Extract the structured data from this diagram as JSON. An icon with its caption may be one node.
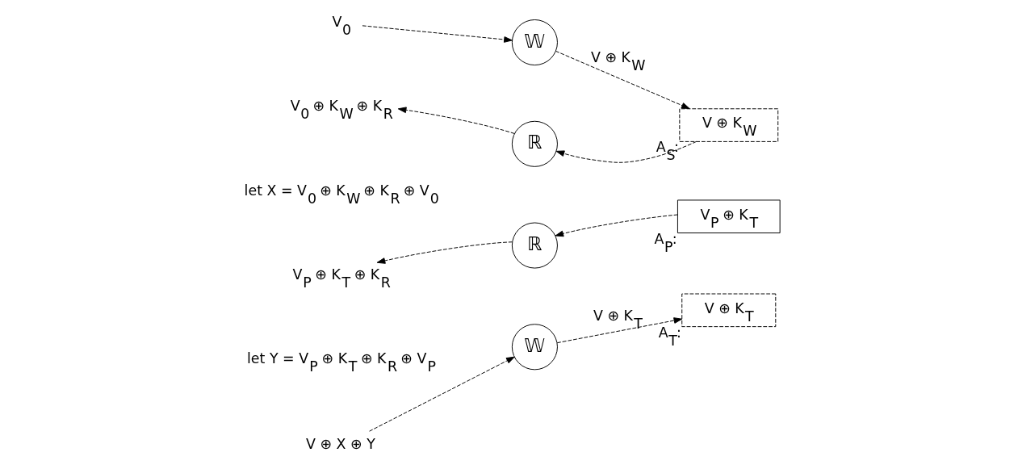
{
  "diagram": {
    "nodes": [
      {
        "text": [
          "V$_{0}$"
        ]
      },
      {
        "text": [
          "𝕎"
        ]
      },
      {
        "text": [
          "V ⊕ K$_{W}$"
        ],
        "beside": [
          "A$_{S}$:"
        ]
      },
      {
        "text": [
          "ℝ"
        ]
      },
      {
        "text": [
          "V$_{0}$ ⊕ K$_{W}$ ⊕ K$_{R}$"
        ]
      },
      {
        "text": [
          "V$_{P}$ ⊕ K$_{T}$"
        ],
        "beside": [
          "A$_{P}$:"
        ]
      },
      {
        "text": [
          "ℝ"
        ]
      },
      {
        "text": [
          "V$_{P}$ ⊕ K$_{T}$ ⊕ K$_{R}$"
        ]
      },
      {
        "text": [
          "V ⊕ X ⊕ Y"
        ]
      },
      {
        "text": [
          "𝕎"
        ]
      },
      {
        "text": [
          "V ⊕ K$_{T}$"
        ],
        "beside": [
          "A$_{T}$:"
        ]
      }
    ],
    "edges": [
      {
        "from": 0,
        "to": 1,
        "arrow": "to",
        "style": "dashed"
      },
      {
        "from": 1,
        "to": 2,
        "arrow": "to",
        "style": "dashed",
        "label": "V ⊕ K$_{W}$"
      },
      {
        "from": 2,
        "to": 3,
        "arrow": "to",
        "style": "dashed"
      },
      {
        "from": 3,
        "to": 4,
        "arrow": "to",
        "style": "dashed"
      },
      {
        "from": 5,
        "to": 6,
        "arrow": "to",
        "style": "dashed"
      },
      {
        "from": 6,
        "to": 7,
        "arrow": "to",
        "style": "dashed"
      },
      {
        "from": 8,
        "to": 9,
        "arrow": "to",
        "style": "dashed"
      },
      {
        "from": 9,
        "to": 10,
        "arrow": "to",
        "style": "dashed",
        "label": "V ⊕ K$_{T}$"
      }
    ],
    "labels": [
      "let X = V$_{0}$ ⊕ K$_{W}$ ⊕ K$_{R}$ ⊕ V$_{0}$",
      "let Y = V$_{P}$ ⊕ K$_{T}$ ⊕ K$_{R}$ ⊕ V$_{P}$"
    ]
  }
}
